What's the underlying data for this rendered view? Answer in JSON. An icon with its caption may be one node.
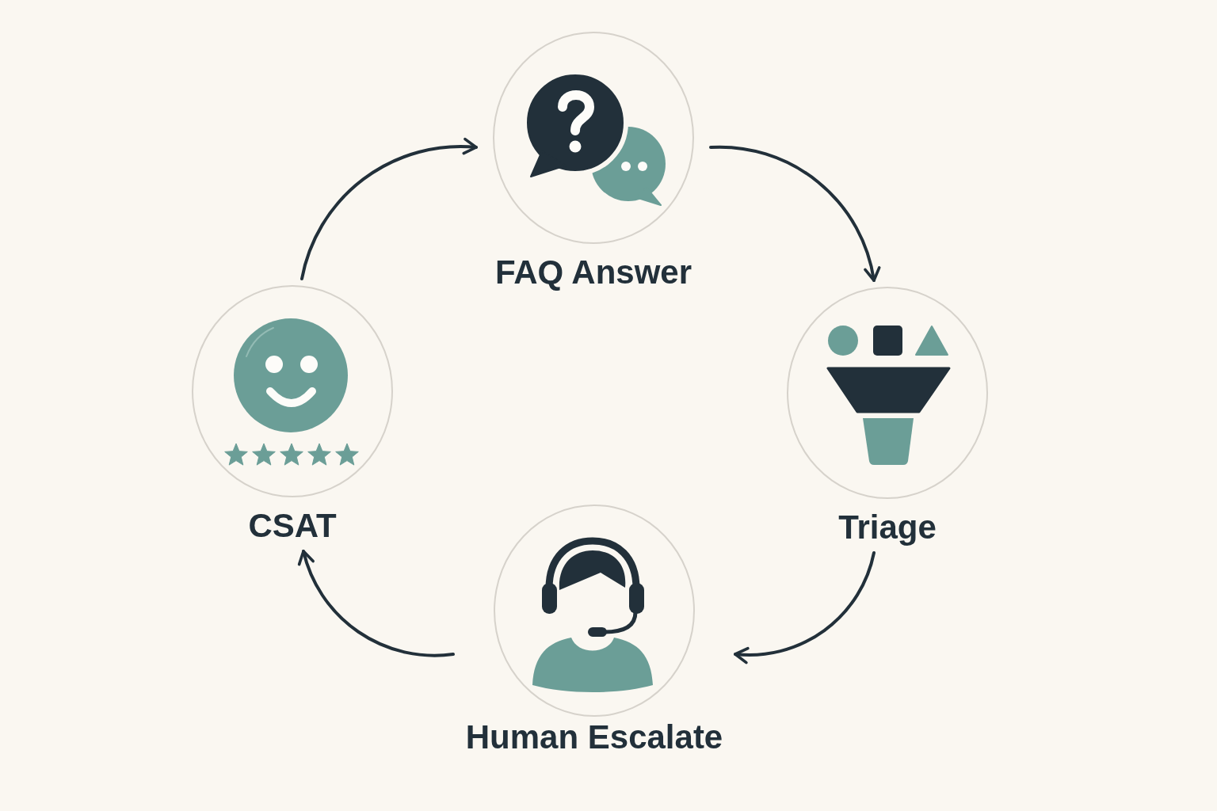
{
  "diagram": {
    "nodes": [
      {
        "text": [
          "FAQ Answer"
        ]
      },
      {
        "text": [
          "CSAT"
        ]
      },
      {
        "text": [
          "Triage"
        ]
      },
      {
        "text": [
          "Human Escalate"
        ]
      }
    ],
    "edges": [
      {
        "from": 0,
        "to": 2,
        "arrow": "to"
      },
      {
        "from": 2,
        "to": 3,
        "arrow": "to"
      },
      {
        "from": 3,
        "to": 1,
        "arrow": "to"
      },
      {
        "from": 1,
        "to": 0,
        "arrow": "to"
      }
    ]
  }
}
